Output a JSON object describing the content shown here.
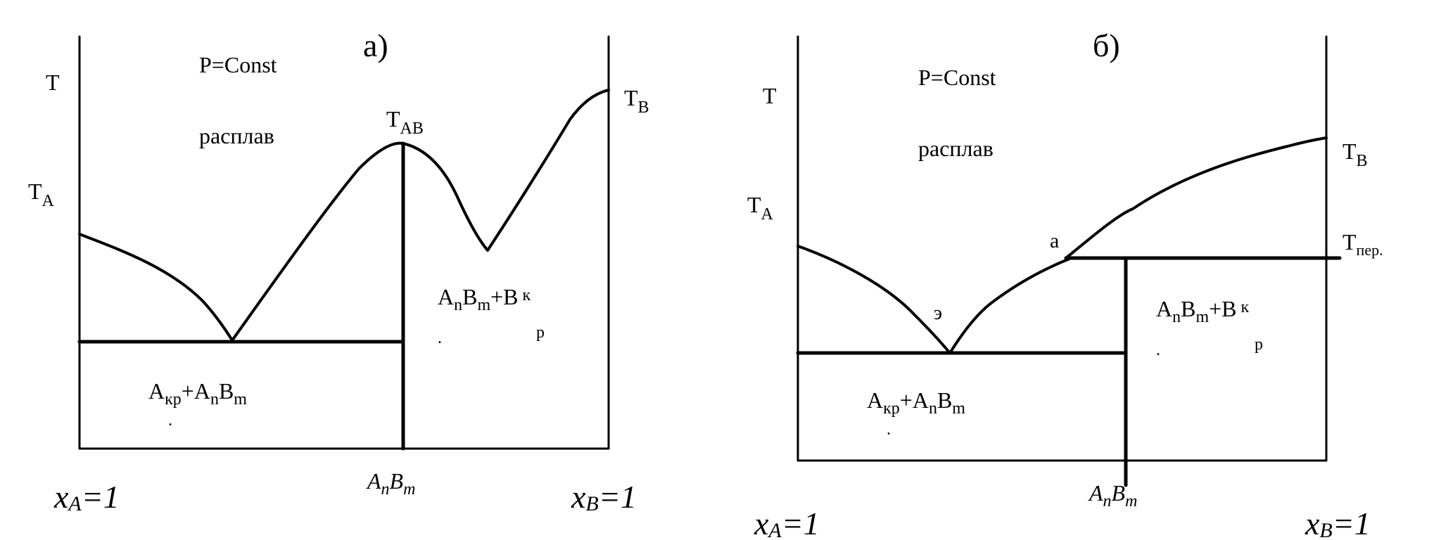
{
  "panel_a": {
    "title": "а)",
    "pressure": "P=Const",
    "melt": "расплав",
    "t_axis": "T",
    "ta": {
      "main": "T",
      "sub": "A"
    },
    "tb": {
      "main": "T",
      "sub": "B"
    },
    "tab": {
      "main": "T",
      "sub": "AB"
    },
    "region_left": {
      "a": "A",
      "a_sub": "кр",
      "plus": "+A",
      "n": "n",
      "b": "B",
      "m": "m",
      "dot": "."
    },
    "region_right": {
      "a": "A",
      "n": "n",
      "b": "B",
      "m": "m",
      "plus": "+B",
      "k": "к",
      "p": "р",
      "dot": "."
    },
    "compound": {
      "a": "A",
      "n": "n",
      "b": "B",
      "m": "m"
    },
    "xa": {
      "x": "x",
      "sub": "A",
      "val": "=1"
    },
    "xb": {
      "x": "x",
      "sub": "B",
      "val": "=1"
    }
  },
  "panel_b": {
    "title": "б)",
    "pressure": "P=Const",
    "melt": "расплав",
    "t_axis": "T",
    "ta": {
      "main": "T",
      "sub": "A"
    },
    "tb": {
      "main": "T",
      "sub": "B"
    },
    "tper": {
      "main": "T",
      "sub": "пер."
    },
    "point_a": "a",
    "point_e": "э",
    "region_left": {
      "a": "A",
      "a_sub": "кр",
      "plus": "+A",
      "n": "n",
      "b": "B",
      "m": "m",
      "dot": "."
    },
    "region_right": {
      "a": "A",
      "n": "n",
      "b": "B",
      "m": "m",
      "plus": "+B",
      "k": "к",
      "p": "р",
      "dot": "."
    },
    "compound": {
      "a": "A",
      "n": "n",
      "b": "B",
      "m": "m"
    },
    "xa": {
      "x": "x",
      "sub": "A",
      "val": "=1"
    },
    "xb": {
      "x": "x",
      "sub": "B",
      "val": "=1"
    }
  }
}
